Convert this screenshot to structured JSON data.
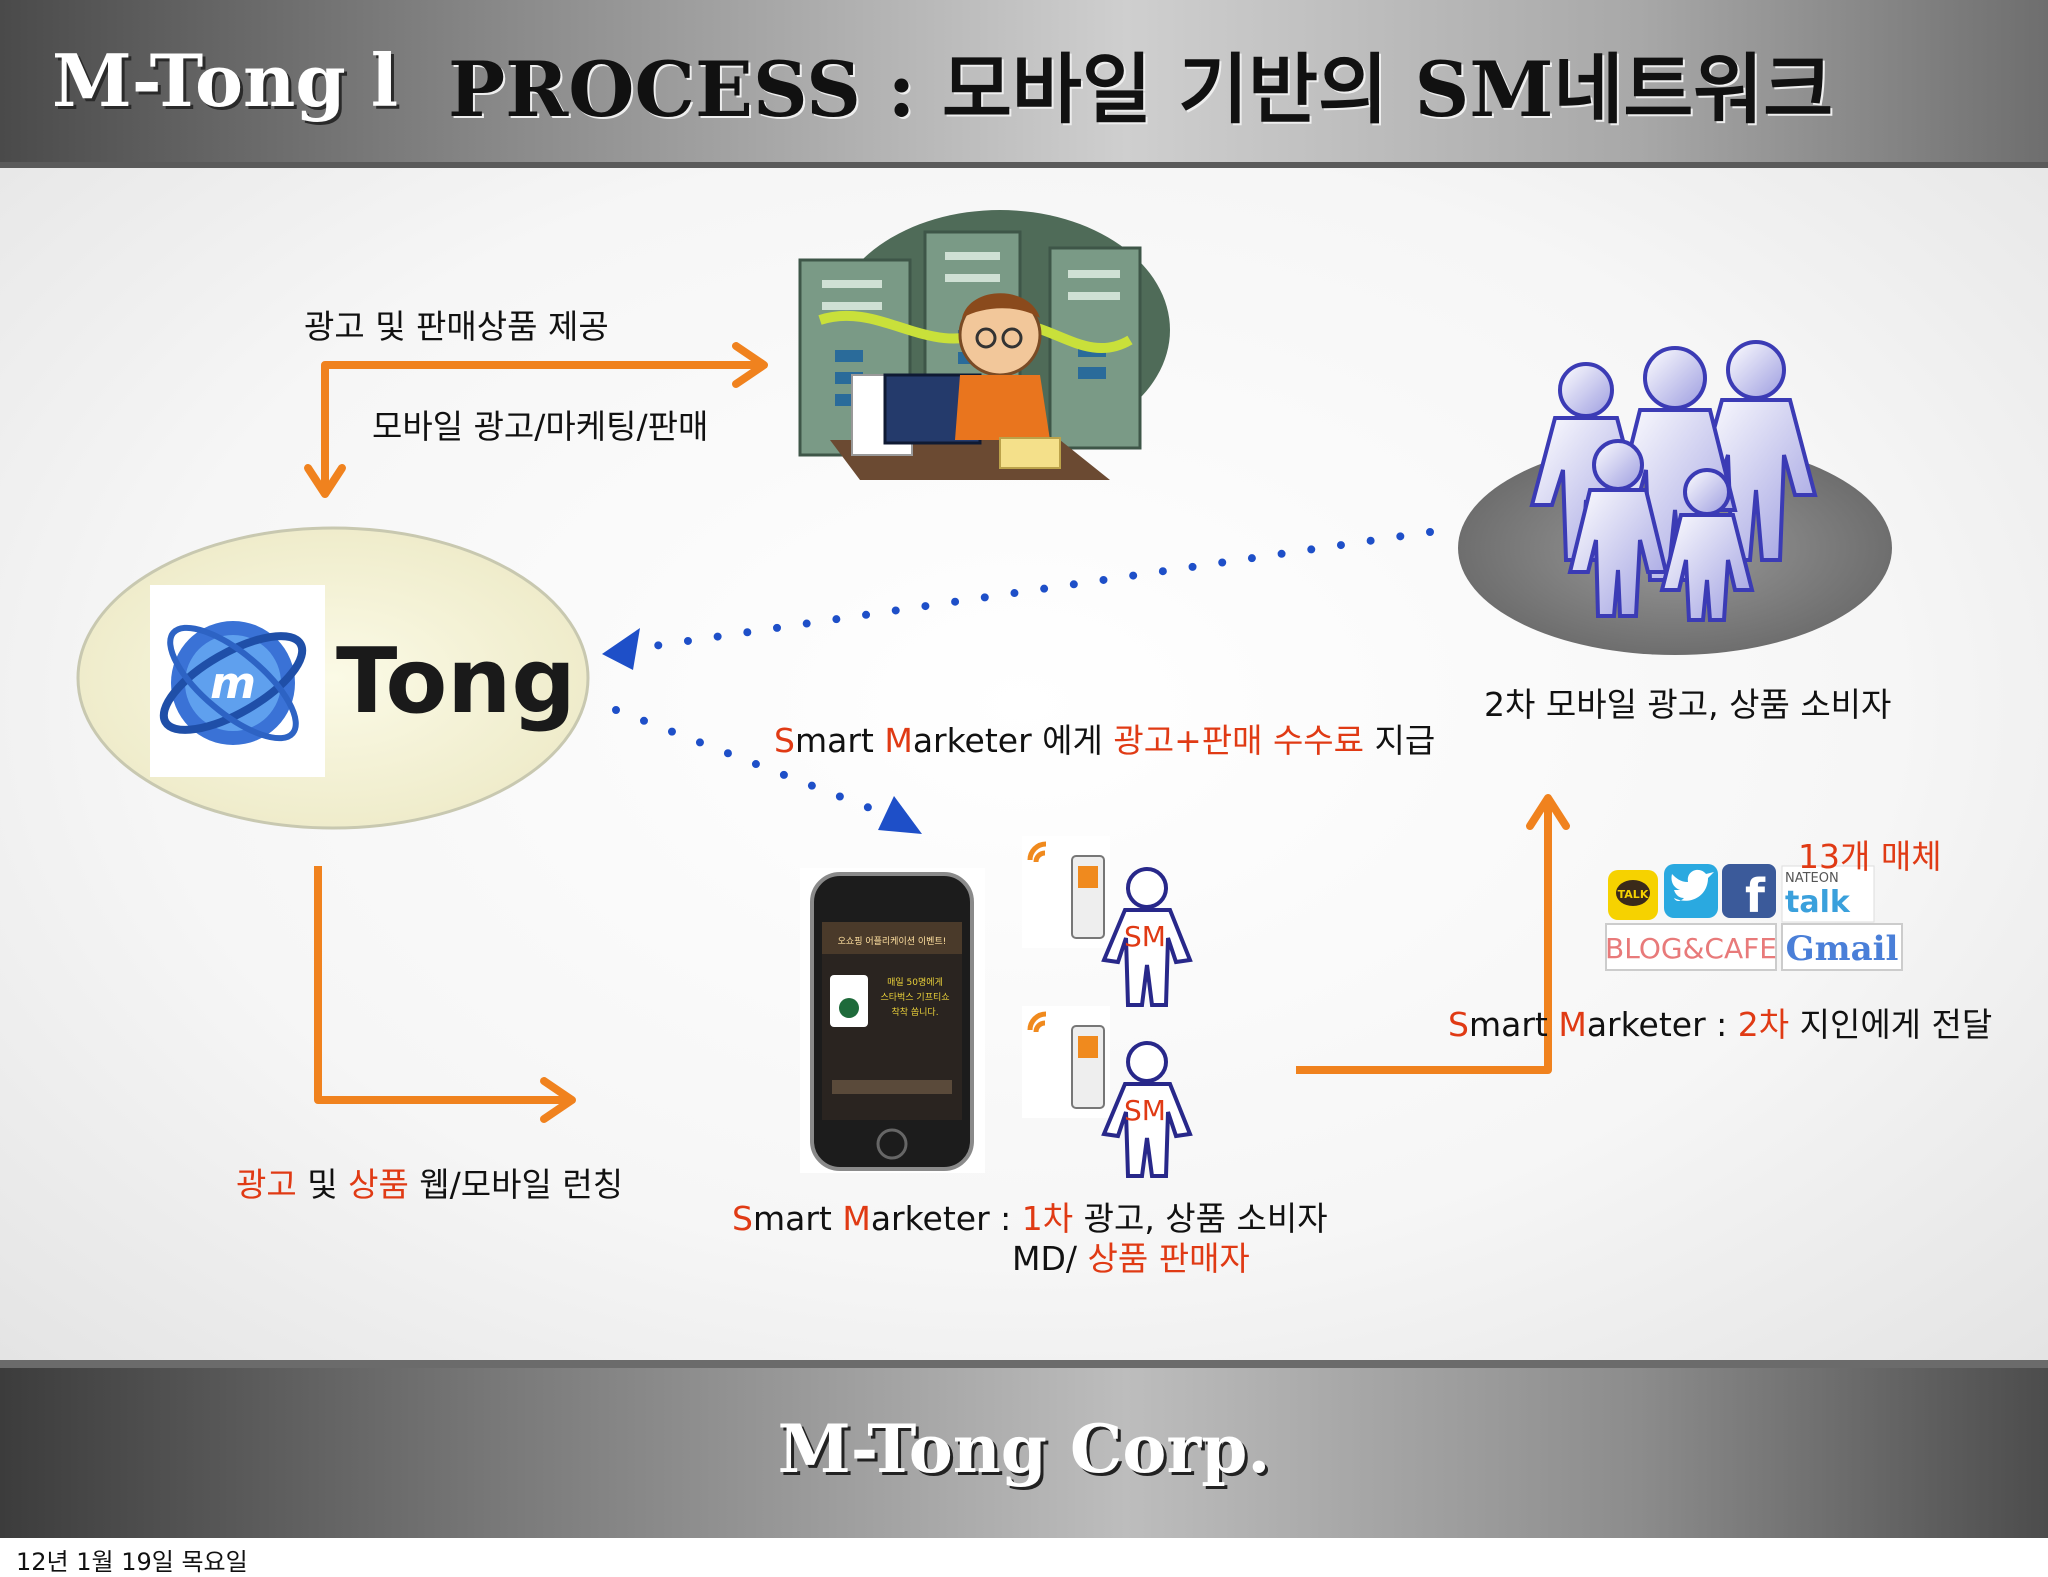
{
  "header": {
    "brand": "M-Tong l",
    "title": "PROCESS : 모바일 기반의 SM네트워크"
  },
  "logo": {
    "text": "Tong",
    "badge": "m"
  },
  "labels": {
    "provide": "광고 및 판매상품 제공",
    "mobile_mkt": "모바일 광고/마케팅/판매",
    "consumer2": "2차 모바일 광고, 상품 소비자",
    "fee_a": "S",
    "fee_b": "mart ",
    "fee_c": "M",
    "fee_d": "arketer 에게  ",
    "fee_e": "광고+판매 수수료",
    "fee_f": " 지급",
    "media_count": "13개 매체",
    "sm2_a": "S",
    "sm2_b": "mart ",
    "sm2_c": "M",
    "sm2_d": "arketer : ",
    "sm2_e": "2차",
    "sm2_f": " 지인에게 전달",
    "launch_a": "광고",
    "launch_b": " 및 ",
    "launch_c": "상품",
    "launch_d": " 웹/모바일 런칭",
    "sm1_a": "S",
    "sm1_b": "mart ",
    "sm1_c": "M",
    "sm1_d": "arketer : ",
    "sm1_e": "1차",
    "sm1_f": " 광고, 상품 소비자",
    "md_a": "MD/ ",
    "md_b": "상품 판매자",
    "sm_tag": "SM"
  },
  "social_icons": [
    "TALK",
    "twitter",
    "f",
    "NATEON talk",
    "BLOG&CAFE",
    "Gmail"
  ],
  "phone_screen": {
    "line1": "오쇼핑 어플리케이션 이벤트!",
    "line2": "매일 50명에게",
    "line3": "스타벅스 기프티쇼",
    "line4": "착착 쏩니다."
  },
  "footer": {
    "corp": "M-Tong  Corp."
  },
  "date": "12년 1월 19일 목요일",
  "colors": {
    "arrow": "#f0821e",
    "dots": "#1e4fc8",
    "accent": "#e03a14",
    "ellipse": "#f7f5d8"
  }
}
